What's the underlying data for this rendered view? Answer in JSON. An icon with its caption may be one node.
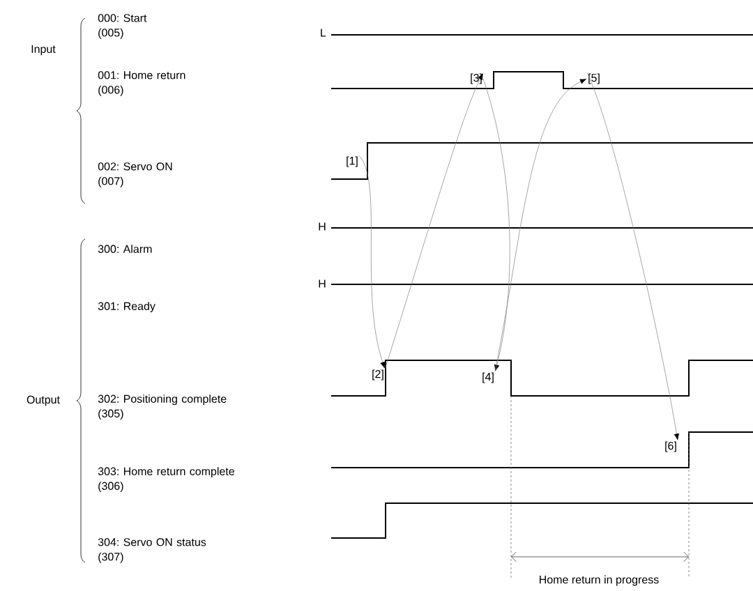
{
  "diagram": {
    "nodes": [
      {
        "text": [
          "[1]"
        ]
      },
      {
        "text": [
          "[2]"
        ]
      },
      {
        "text": [
          "[3]"
        ]
      },
      {
        "text": [
          "[4]"
        ]
      },
      {
        "text": [
          "[5]"
        ]
      },
      {
        "text": [
          "[6]"
        ]
      }
    ],
    "edges": [
      {
        "from": 0,
        "to": 1,
        "arrow": "to"
      },
      {
        "from": 1,
        "to": 2,
        "arrow": "to"
      },
      {
        "from": 2,
        "to": 3,
        "arrow": "to"
      },
      {
        "from": 3,
        "to": 4,
        "arrow": "to"
      },
      {
        "from": 4,
        "to": 5,
        "arrow": "to"
      }
    ],
    "labels": [
      "Input",
      "000: Start (005)",
      "001: Home return (006)",
      "002: Servo ON (007)",
      "Output",
      "300: Alarm",
      "301: Ready",
      "302: Positioning complete (305)",
      "303: Home return complete (306)",
      "304: Servo ON status (307)",
      "L",
      "H",
      "H",
      "Home return in progress"
    ]
  }
}
